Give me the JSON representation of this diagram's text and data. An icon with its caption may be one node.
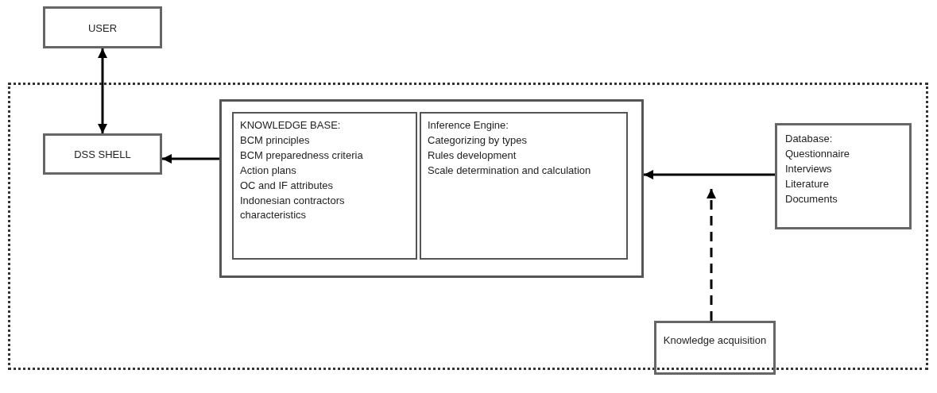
{
  "diagram": {
    "nodes": [
      {
        "text": [
          "USER"
        ]
      },
      {
        "text": [],
        "shape": "box"
      },
      {
        "text": [
          "DSS SHELL"
        ],
        "in": 1
      },
      {
        "text": [],
        "shape": "box",
        "in": 1
      },
      {
        "text": [
          "KNOWLEDGE BASE:",
          "BCM principles",
          "BCM preparedness criteria",
          "Action plans",
          "OC and IF attributes",
          "Indonesian contractors characteristics"
        ],
        "in": 3
      },
      {
        "text": [
          "Inference Engine:",
          "Categorizing by types",
          "Rules development",
          "Scale determination and calculation"
        ],
        "in": 3
      },
      {
        "text": [
          "Database:",
          "Questionnaire",
          "Interviews",
          "Literature",
          "Documents"
        ],
        "in": 1
      },
      {
        "text": [
          "Knowledge acquisition"
        ]
      }
    ],
    "edges": [
      {
        "from": 0,
        "to": 2,
        "arrow": "both"
      },
      {
        "from": 3,
        "to": 2,
        "arrow": "to"
      },
      {
        "from": 6,
        "to": 3,
        "arrow": "to"
      },
      {
        "from": 7,
        "to": null,
        "arrow": "to",
        "style": "dashed"
      }
    ]
  }
}
